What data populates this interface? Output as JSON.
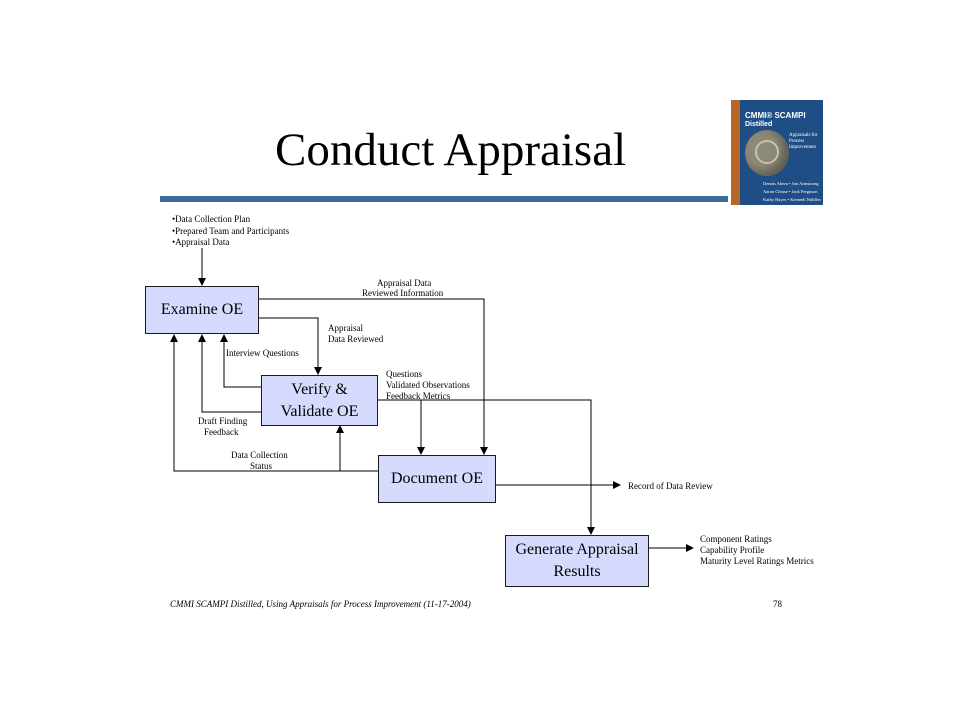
{
  "title": "Conduct Appraisal",
  "book": {
    "title": "CMMI® SCAMPI",
    "subtitle": "Distilled",
    "tagline": "Appraisals for Process Improvement",
    "authors": [
      "Dennis Ahern • Jim Armstrong",
      "Aaron Clouse • Jack Ferguson",
      "Kathy Hayes • Kenneth Nidiffer"
    ],
    "cover_color": "#1f4e86"
  },
  "boxes": {
    "examine": "Examine OE",
    "verify": "Verify & Validate OE",
    "document": "Document OE",
    "generate": "Generate Appraisal Results"
  },
  "inputs": [
    "•Data Collection Plan",
    "•Prepared Team and Participants",
    "•Appraisal Data"
  ],
  "labels": {
    "appraisal_data_reviewed_info": [
      "Appraisal Data",
      "Reviewed Information"
    ],
    "appraisal_data_reviewed": [
      "Appraisal",
      "Data Reviewed"
    ],
    "interview_questions": "Interview Questions",
    "questions_group": [
      "Questions",
      "Validated Observations",
      "Feedback Metrics"
    ],
    "draft_finding_feedback": [
      "Draft Finding",
      "Feedback"
    ],
    "data_collection_status": [
      "Data Collection",
      "Status"
    ],
    "record_of_data_review": "Record of Data Review",
    "outputs": [
      "Component Ratings",
      "Capability Profile",
      "Maturity Level Ratings Metrics"
    ]
  },
  "footer": {
    "citation": "CMMI SCAMPI Distilled, Using Appraisals for Process Improvement  (11-17-2004)",
    "page": "78"
  },
  "colors": {
    "box_fill": "#d6dafd",
    "rule": "#41689b"
  }
}
